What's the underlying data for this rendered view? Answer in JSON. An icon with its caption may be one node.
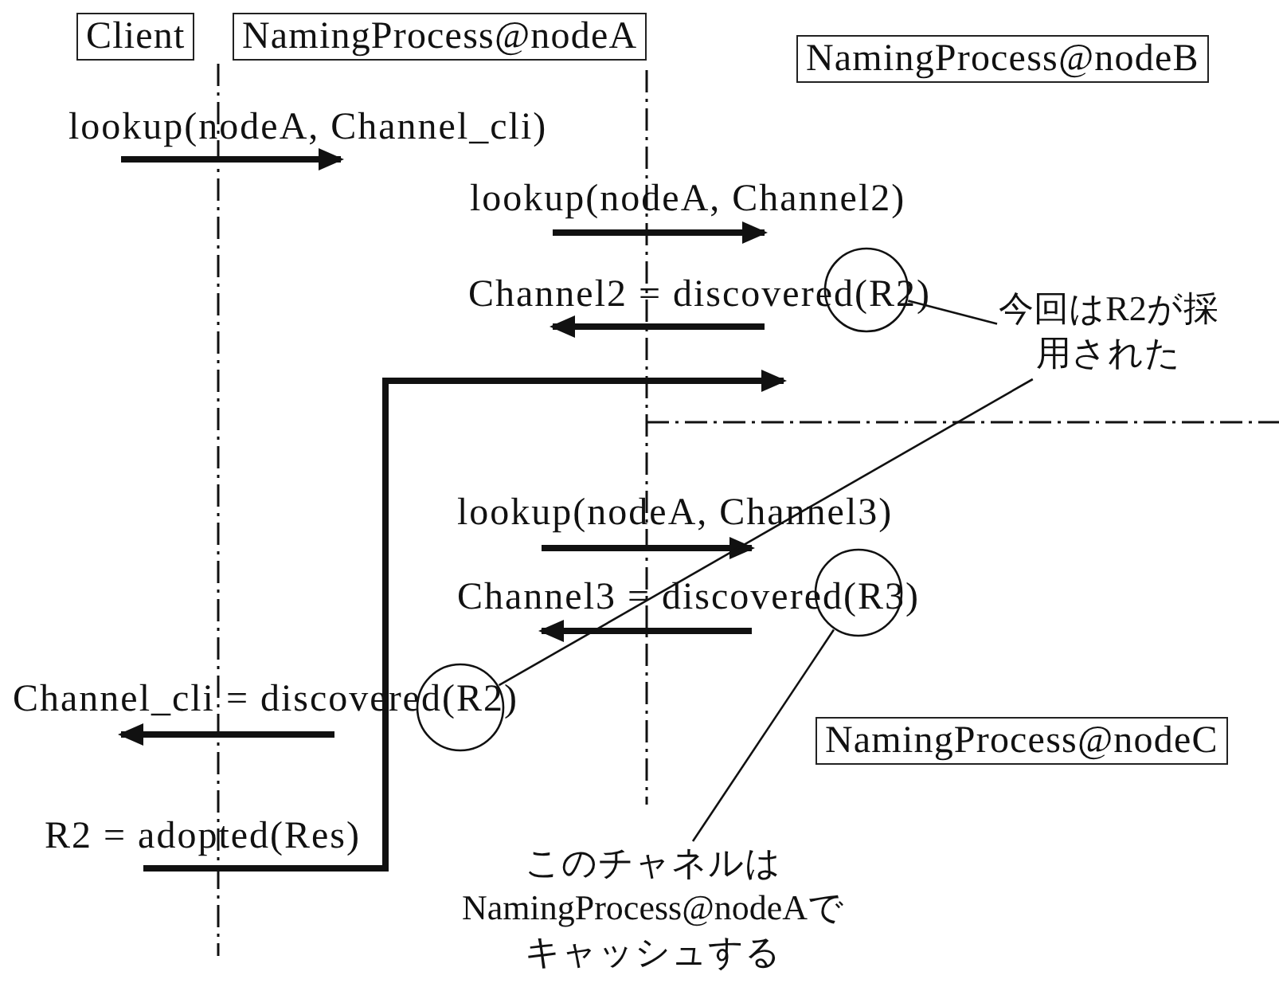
{
  "diagram": {
    "nodes": [
      {
        "text": [
          "Client"
        ]
      },
      {
        "text": [
          "NamingProcess@nodeA"
        ]
      },
      {
        "text": [
          "NamingProcess@nodeB"
        ]
      },
      {
        "text": [
          "NamingProcess@nodeC"
        ]
      },
      {
        "text": [],
        "shape": "circle"
      },
      {
        "text": [],
        "shape": "circle"
      },
      {
        "text": [],
        "shape": "circle"
      },
      {
        "text": [
          "今回はR2が採用された"
        ]
      },
      {
        "text": [
          "このチャネルはNamingProcess@nodeAでキャッシュする"
        ]
      }
    ],
    "edges": [
      {
        "from": 7,
        "to": 4,
        "arrow": "none"
      },
      {
        "from": 7,
        "to": 6,
        "arrow": "none"
      },
      {
        "from": 8,
        "to": 5,
        "arrow": "none"
      }
    ],
    "labels": [
      "lookup(nodeA, Channel_cli)",
      "lookup(nodeA, Channel2)",
      "Channel2 = discovered(R2)",
      "lookup(nodeA, Channel3)",
      "Channel3 = discovered(R3)",
      "Channel_cli = discovered(R2)",
      "R2 = adopted(Res)"
    ]
  }
}
